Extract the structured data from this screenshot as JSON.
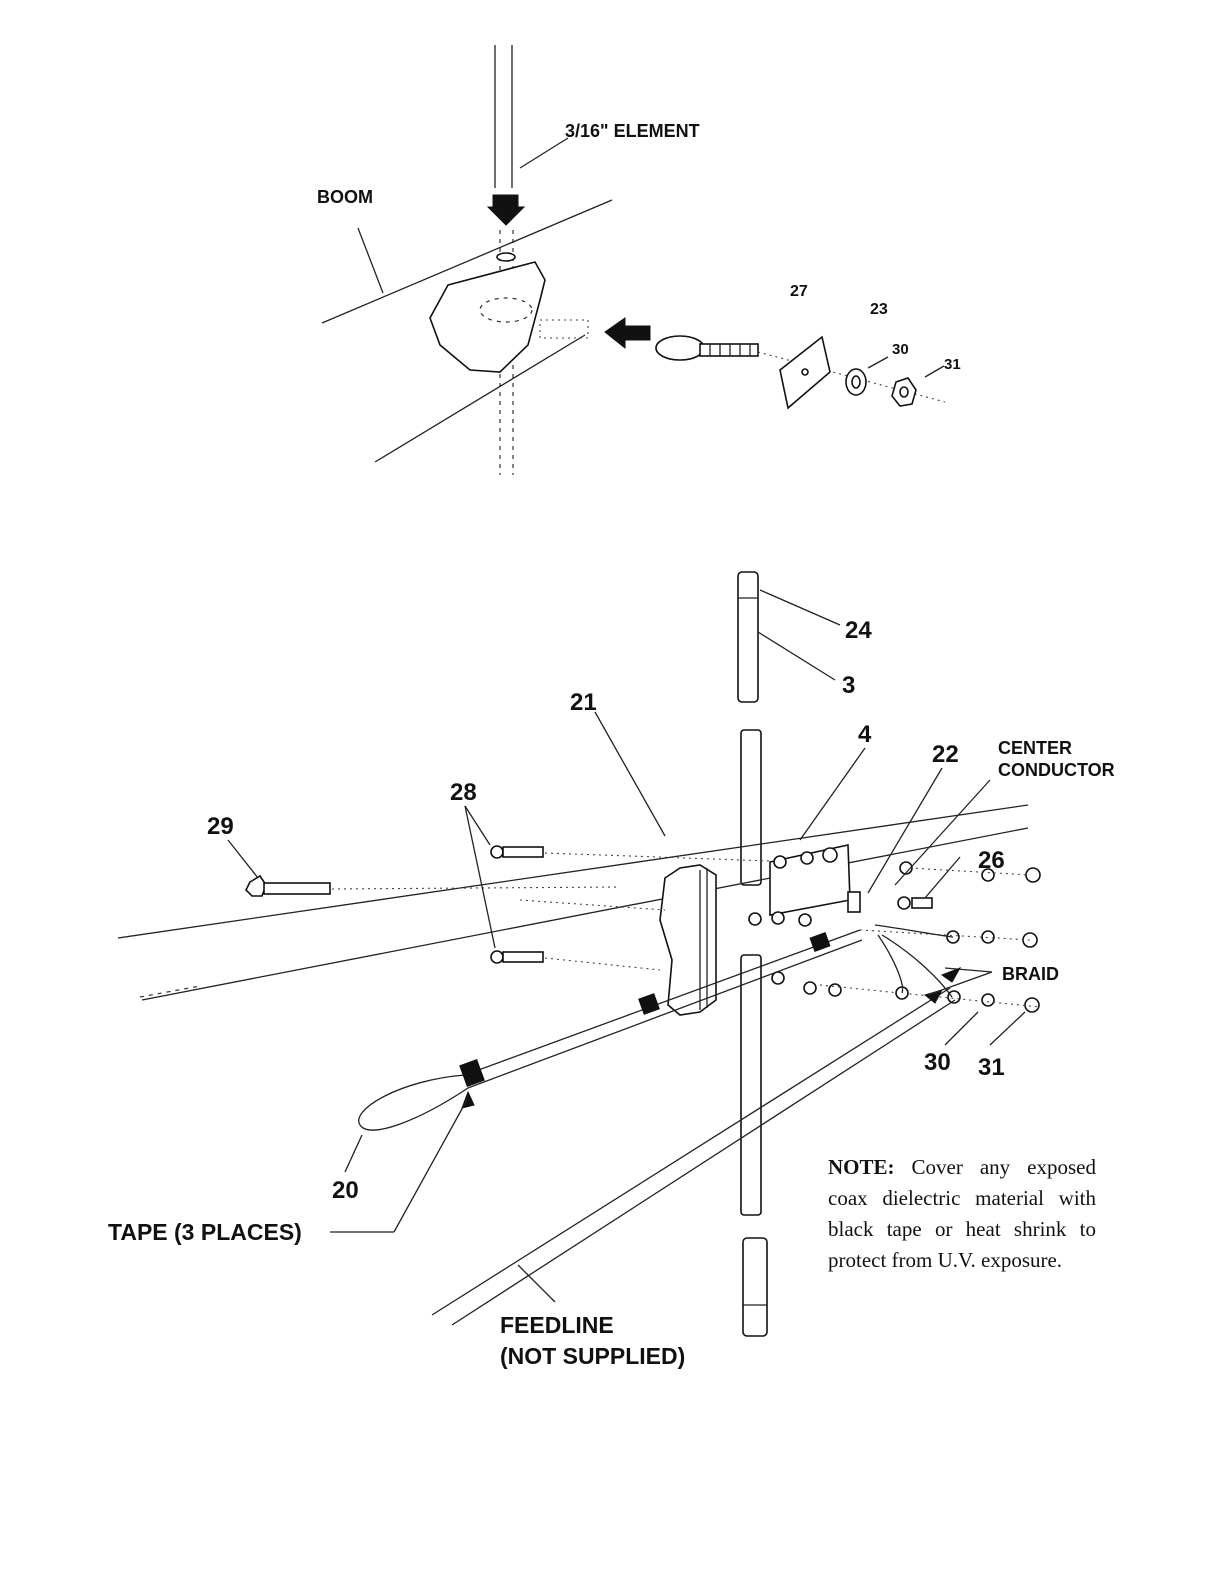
{
  "top_figure": {
    "element_label": "3/16\" ELEMENT",
    "boom_label": "BOOM",
    "callouts": [
      "27",
      "23",
      "30",
      "31"
    ]
  },
  "bottom_figure": {
    "callouts": {
      "c24": "24",
      "c3": "3",
      "c21": "21",
      "c4": "4",
      "c22": "22",
      "c28": "28",
      "c29": "29",
      "c26": "26",
      "c30": "30",
      "c31": "31",
      "c20": "20"
    },
    "center_conductor_line1": "CENTER",
    "center_conductor_line2": "CONDUCTOR",
    "braid_label": "BRAID",
    "tape_label": "TAPE (3 PLACES)",
    "feedline_line1": "FEEDLINE",
    "feedline_line2": "(NOT SUPPLIED)"
  },
  "note": {
    "heading": "NOTE:",
    "text": "Cover any exposed coax dielectric material with black tape or heat shrink to protect from U.V. exposure."
  }
}
